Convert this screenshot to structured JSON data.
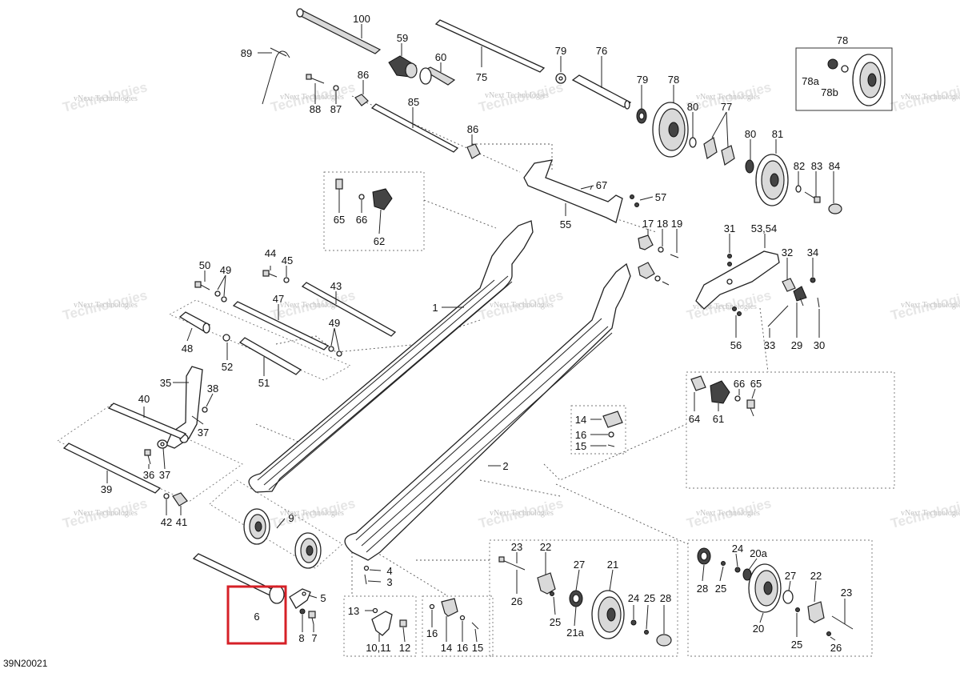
{
  "diagram_code": "39N20021",
  "watermark": "vNext Technologies",
  "highlighted_part": "6",
  "labels": {
    "p100": "100",
    "p59": "59",
    "p89": "89",
    "p60": "60",
    "p75": "75",
    "p79a": "79",
    "p76": "76",
    "p78top": "78",
    "p78a": "78a",
    "p78b": "78b",
    "p86a": "86",
    "p88": "88",
    "p87": "87",
    "p85": "85",
    "p86b": "86",
    "p79b": "79",
    "p78": "78",
    "p80a": "80",
    "p77": "77",
    "p80b": "80",
    "p81": "81",
    "p82": "82",
    "p83": "83",
    "p84": "84",
    "p67": "67",
    "p57": "57",
    "p55": "55",
    "p65a": "65",
    "p66a": "66",
    "p62": "62",
    "p17": "17",
    "p18": "18",
    "p19": "19",
    "p31": "31",
    "p5354": "53,54",
    "p32": "32",
    "p34": "34",
    "p44": "44",
    "p45": "45",
    "p50": "50",
    "p49a": "49",
    "p43": "43",
    "p47": "47",
    "p1": "1",
    "p49b": "49",
    "p48": "48",
    "p52": "52",
    "p51": "51",
    "p35": "35",
    "p38": "38",
    "p40": "40",
    "p37a": "37",
    "p56": "56",
    "p33": "33",
    "p29": "29",
    "p30": "30",
    "p66b": "66",
    "p65b": "65",
    "p64": "64",
    "p61": "61",
    "p14a": "14",
    "p16a": "16",
    "p15a": "15",
    "p36": "36",
    "p37b": "37",
    "p39": "39",
    "p2": "2",
    "p42": "42",
    "p41": "41",
    "p9": "9",
    "p23a": "23",
    "p22a": "22",
    "p24a": "24",
    "p20a": "20a",
    "p4": "4",
    "p3": "3",
    "p27a": "27",
    "p21": "21",
    "p28a": "28",
    "p25a": "25",
    "p27b": "27",
    "p22b": "22",
    "p5": "5",
    "p6": "6",
    "p26a": "26",
    "p24b": "24",
    "p25b": "25",
    "p28b": "28",
    "p23b": "23",
    "p13": "13",
    "p25c": "25",
    "p8": "8",
    "p7": "7",
    "p16b": "16",
    "p21a": "21a",
    "p20": "20",
    "p1011": "10,11",
    "p12": "12",
    "p14b": "14",
    "p16c": "16",
    "p15b": "15",
    "p25d": "25",
    "p26b": "26"
  }
}
